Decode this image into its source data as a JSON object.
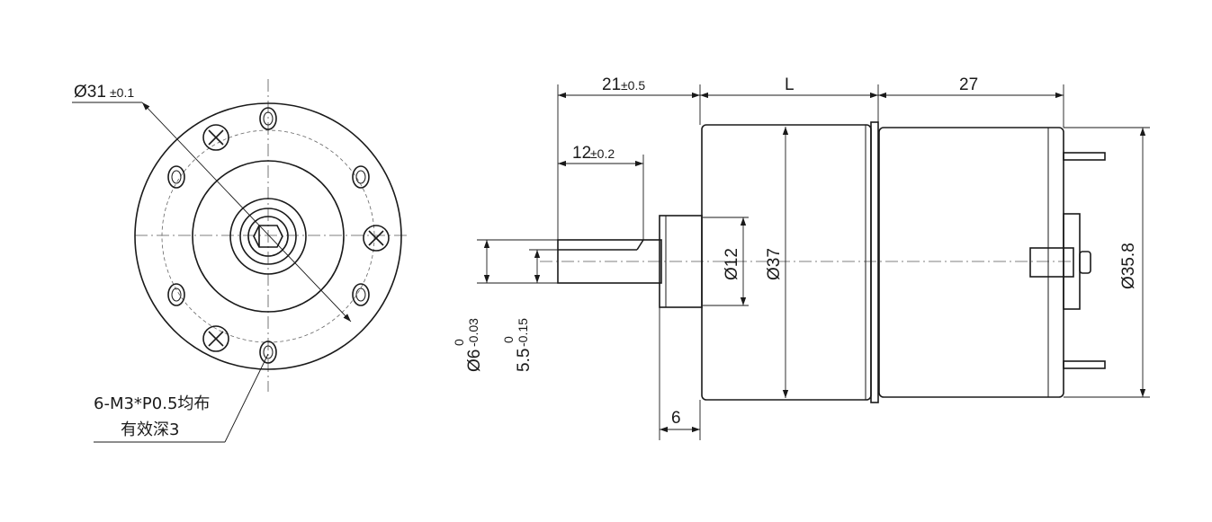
{
  "front_view": {
    "dia_main": "Ø31",
    "dia_tol": "±0.1",
    "note_line1": "6-M3*P0.5均布",
    "note_line2": "有效深3"
  },
  "side_view": {
    "shaft_len_main": "21",
    "shaft_len_tol": "±0.5",
    "flat_len_main": "12",
    "flat_len_tol": "±0.2",
    "gearbox_len": "L",
    "motor_len": "27",
    "hub_len": "6",
    "hub_dia": "Ø12",
    "gearbox_dia": "Ø37",
    "motor_dia": "Ø35.8",
    "shaft_dia_main": "Ø6",
    "shaft_dia_upper": "0",
    "shaft_dia_lower": "-0.03",
    "flat_dim_main": "5.5",
    "flat_dim_upper": "0",
    "flat_dim_lower": "-0.15"
  }
}
